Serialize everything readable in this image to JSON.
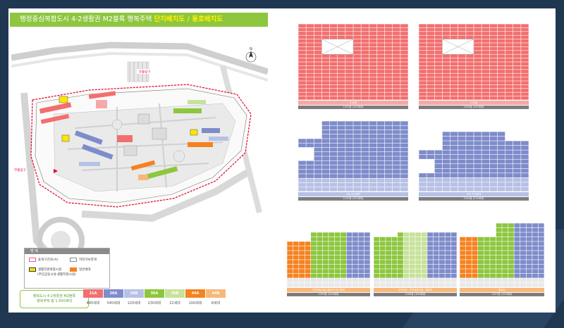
{
  "title": {
    "prefix": "행정중심복합도시 4-2생활권 M2블록 행복주택",
    "highlight": "단지배치도 / 동호배치도"
  },
  "map_labels": {
    "main_gate": "주출입구",
    "side_gate": "부출입구",
    "compass": "N"
  },
  "legend": {
    "heading": "범 례",
    "items": [
      "휴게구간(D.A)",
      "생활지원복합시설",
      "자전거보관대",
      "일반세대"
    ],
    "subnote": "(주민공동시설·생활지원시설)"
  },
  "summary": {
    "line1": "행복도시 4-2생활권 M2블록",
    "line2": "행복주택 총 1,500세대"
  },
  "unit_types": [
    {
      "type": "21A",
      "count": "480세대",
      "color": "#f26f6f"
    },
    {
      "type": "26A",
      "count": "540세대",
      "color": "#7e8ccb"
    },
    {
      "type": "26B",
      "count": "120세대",
      "color": "#b7c1e6"
    },
    {
      "type": "36A",
      "count": "230세대",
      "color": "#8dc63f"
    },
    {
      "type": "36B",
      "count": "22세대",
      "color": "#c7e29a"
    },
    {
      "type": "44A",
      "count": "100세대",
      "color": "#f58220"
    },
    {
      "type": "44B",
      "count": "8세대",
      "color": "#f8b87a"
    }
  ],
  "buildings": [
    {
      "id": "b1",
      "label": "1201동 (240세대)",
      "strip": "21A형"
    },
    {
      "id": "b2",
      "label": "1202동 (240세대)",
      "strip": "21A형"
    },
    {
      "id": "b3",
      "label": "1203동 (300세대)",
      "strip": "26A 타입배치"
    },
    {
      "id": "b4",
      "label": "1204동 (270세대)",
      "strip": "26A 타입배치"
    },
    {
      "id": "b5",
      "label": "1205동 (144세대)",
      "strip": "주민공동시설 (필로티·유닛세대)"
    },
    {
      "id": "b6",
      "label": "1206동 (164세대)",
      "strip": "주민공동 · 주민공동시설 · 필로티"
    },
    {
      "id": "b7",
      "label": "1207동 (220세대)",
      "strip": "필로티"
    }
  ]
}
